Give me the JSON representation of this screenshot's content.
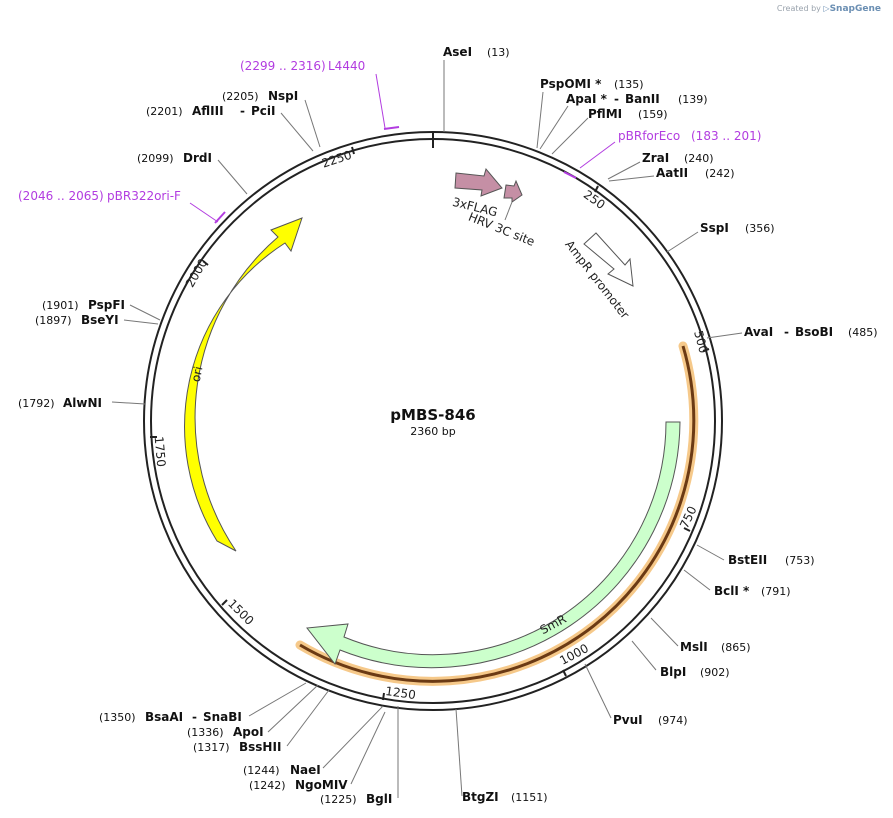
{
  "credit": {
    "prefix": "Created by",
    "brand": "SnapGene"
  },
  "plasmid": {
    "name": "pMBS-846",
    "length_label": "2360 bp"
  },
  "colors": {
    "primer": "#b23ce0",
    "ori": "#ffff00",
    "smr": "#ccffcc",
    "flag": "#c58fa5",
    "promoter": "#ffffff",
    "highlight": "#f6c98a"
  },
  "enzymes": [
    {
      "name": "AseI",
      "pos": "(13)"
    },
    {
      "name": "PspOMI *",
      "pos": "(135)"
    },
    {
      "name": "ApaI *",
      "sep": "-",
      "name2": "BanII",
      "pos": "(139)"
    },
    {
      "name": "PflMI",
      "pos": "(159)"
    },
    {
      "name": "ZraI",
      "pos": "(240)"
    },
    {
      "name": "AatII",
      "pos": "(242)"
    },
    {
      "name": "SspI",
      "pos": "(356)"
    },
    {
      "name": "AvaI",
      "sep": "-",
      "name2": "BsoBI",
      "pos": "(485)"
    },
    {
      "name": "BstEII",
      "pos": "(753)"
    },
    {
      "name": "BclI *",
      "pos": "(791)"
    },
    {
      "name": "MslI",
      "pos": "(865)"
    },
    {
      "name": "BlpI",
      "pos": "(902)"
    },
    {
      "name": "PvuI",
      "pos": "(974)"
    },
    {
      "name": "BtgZI",
      "pos": "(1151)"
    },
    {
      "name": "BglI",
      "pos": "(1225)"
    },
    {
      "name": "NgoMIV",
      "pos": "(1242)"
    },
    {
      "name": "NaeI",
      "pos": "(1244)"
    },
    {
      "name": "BssHII",
      "pos": "(1317)"
    },
    {
      "name": "ApoI",
      "pos": "(1336)"
    },
    {
      "name": "BsaAI",
      "sep": "-",
      "name2": "SnaBI",
      "pos": "(1350)"
    },
    {
      "name": "AlwNI",
      "pos": "(1792)"
    },
    {
      "name": "BseYI",
      "pos": "(1897)"
    },
    {
      "name": "PspFI",
      "pos": "(1901)"
    },
    {
      "name": "DrdI",
      "pos": "(2099)"
    },
    {
      "name": "AflIII",
      "sep": "-",
      "name2": "PciI",
      "pos": "(2201)"
    },
    {
      "name": "NspI",
      "pos": "(2205)"
    }
  ],
  "primers": [
    {
      "range": "(2299 .. 2316)",
      "name": "L4440"
    },
    {
      "range": "(183 .. 201)",
      "name": "pBRforEco"
    },
    {
      "range": "(2046 .. 2065)",
      "name": "pBR322ori-F"
    }
  ],
  "ticks": [
    "250",
    "500",
    "750",
    "1000",
    "1250",
    "1500",
    "1750",
    "2000",
    "2250"
  ],
  "features": {
    "flag": "3xFLAG",
    "hrv": "HRV 3C site",
    "ampr": "AmpR promoter",
    "smr": "SmR",
    "ori": "ori"
  }
}
